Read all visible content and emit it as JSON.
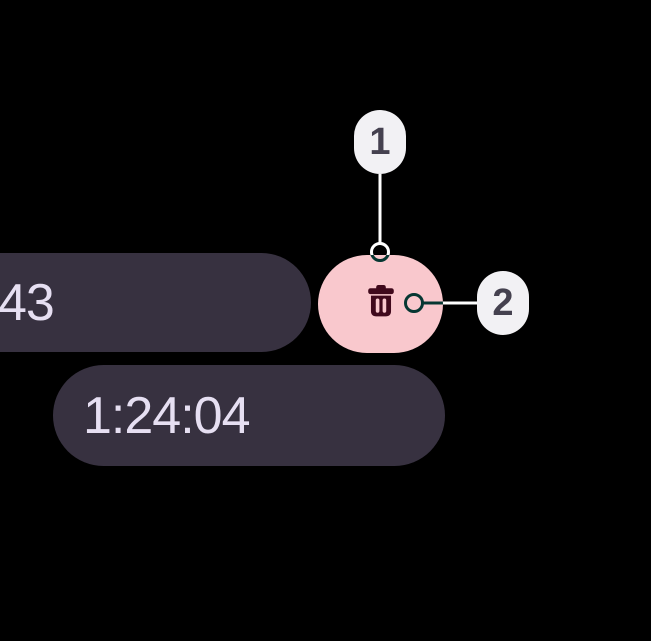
{
  "timer": {
    "top_time_text": "43",
    "bottom_time_text": "1:24:04"
  },
  "delete_button": {
    "icon": "trash-icon"
  },
  "callouts": [
    {
      "label": "1",
      "points_to": "delete-button"
    },
    {
      "label": "2",
      "points_to": "trash-icon"
    }
  ],
  "colors": {
    "background": "#000000",
    "pill_background": "#373140",
    "pill_text": "#E6DFF2",
    "delete_button_background": "#F9C8CD",
    "delete_icon": "#40091C",
    "badge_background": "#F2F1F4",
    "badge_text": "#45414F",
    "leader_line": "#FFFFFF"
  }
}
